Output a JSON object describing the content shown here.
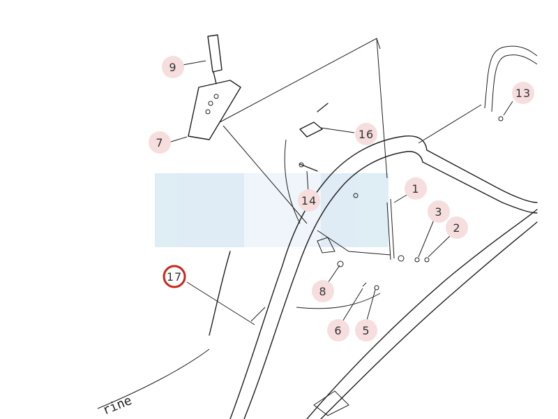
{
  "diagram": {
    "watermark_color": "#dcebf4",
    "badge_color": "#f6dede",
    "highlight_color": "#c8261c",
    "callouts": [
      {
        "id": "9",
        "label": "9"
      },
      {
        "id": "7",
        "label": "7"
      },
      {
        "id": "16",
        "label": "16"
      },
      {
        "id": "13",
        "label": "13"
      },
      {
        "id": "1",
        "label": "1"
      },
      {
        "id": "14",
        "label": "14"
      },
      {
        "id": "3",
        "label": "3"
      },
      {
        "id": "2",
        "label": "2"
      },
      {
        "id": "17",
        "label": "17",
        "highlighted": true
      },
      {
        "id": "8",
        "label": "8"
      },
      {
        "id": "6",
        "label": "6"
      },
      {
        "id": "5",
        "label": "5"
      }
    ],
    "partial_text": "rine"
  }
}
